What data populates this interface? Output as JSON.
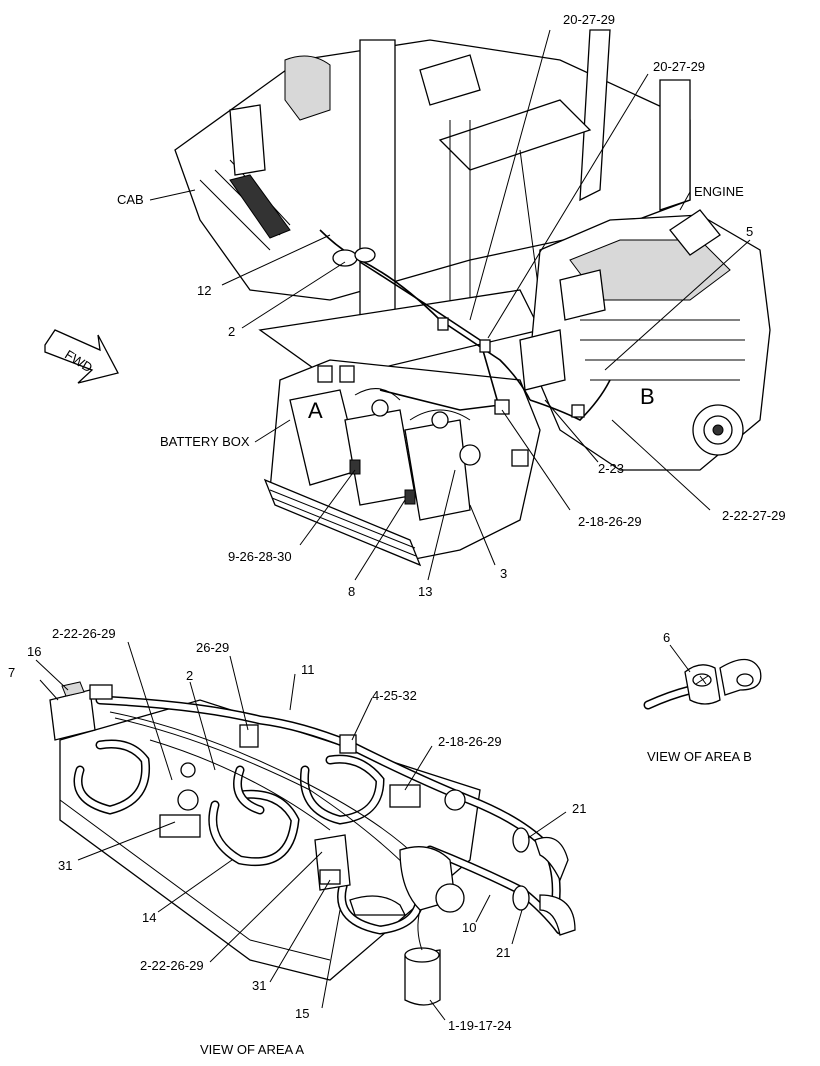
{
  "top_view": {
    "labels": {
      "cab": "CAB",
      "engine": "ENGINE",
      "battery_box": "BATTERY BOX",
      "fwd": "FWD",
      "area_a": "A",
      "area_b": "B"
    },
    "callouts": [
      "20-27-29",
      "20-27-29",
      "5",
      "12",
      "2",
      "2-23",
      "2-22-27-29",
      "2-18-26-29",
      "9-26-28-30",
      "8",
      "13",
      "3"
    ]
  },
  "area_b_view": {
    "callouts": [
      "6"
    ],
    "caption": "VIEW OF AREA B"
  },
  "area_a_view": {
    "callouts": [
      "2-22-26-29",
      "16",
      "7",
      "26-29",
      "2",
      "11",
      "4-25-32",
      "2-18-26-29",
      "21",
      "21",
      "10",
      "31",
      "14",
      "2-22-26-29",
      "31",
      "15",
      "1-19-17-24"
    ],
    "caption": "VIEW OF AREA A"
  }
}
